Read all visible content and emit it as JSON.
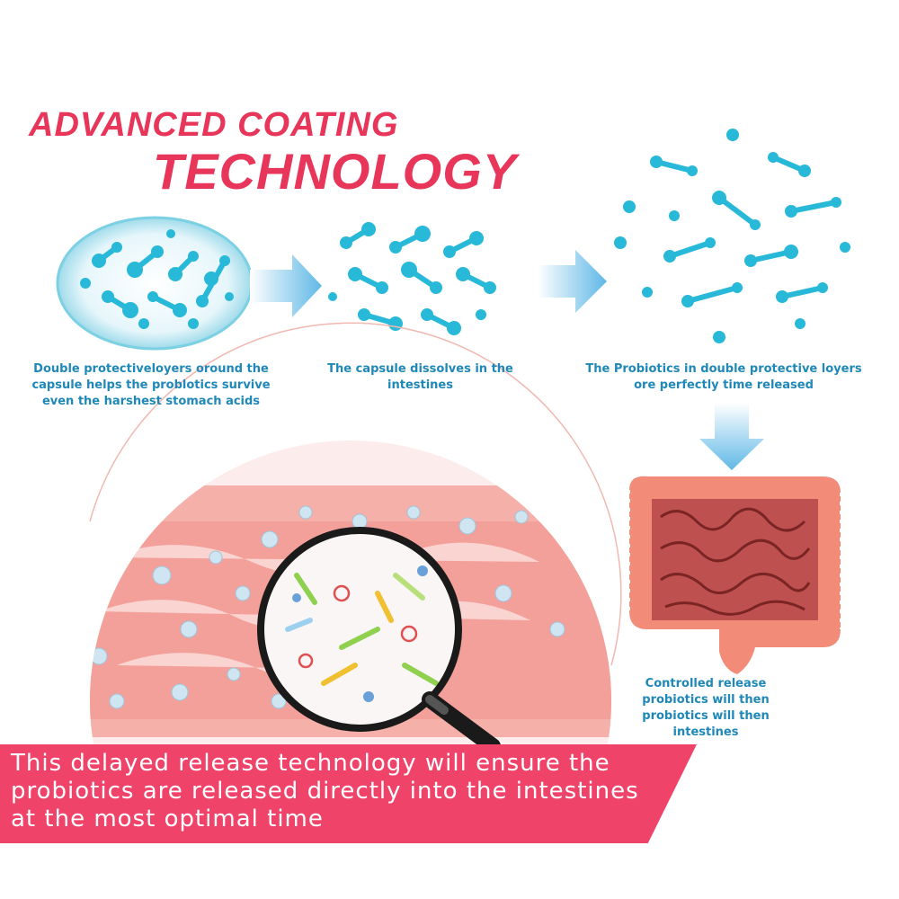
{
  "title": {
    "line1": "ADVANCED COATING",
    "line2": "TECHNOLOGY"
  },
  "steps": [
    {
      "caption": "Double protectiveloyers oround the capsule helps the problotics survive even the harshest stomach acids"
    },
    {
      "caption": "The capsule dissolves in the intestines"
    },
    {
      "caption": "The Probiotics in double protective loyers ore perfectly time released"
    },
    {
      "caption": "Controlled release probiotics will then probiotics will then intestines"
    }
  ],
  "banner": {
    "text": "This delayed release technology will ensure the probiotics are released directly into the intestines at the most optimal time"
  },
  "colors": {
    "accent": "#e8365a",
    "banner": "#f0436a",
    "caption": "#1f88b8",
    "molecule": "#28b8d8",
    "intestine": "#f28c78",
    "intestine_light": "#f6b0aa"
  },
  "icons": [
    "capsule-icon",
    "molecule-cluster-icon",
    "arrow-right-icon",
    "arrow-down-icon",
    "intestine-icon",
    "magnifying-glass-icon",
    "bacteria-icon"
  ]
}
